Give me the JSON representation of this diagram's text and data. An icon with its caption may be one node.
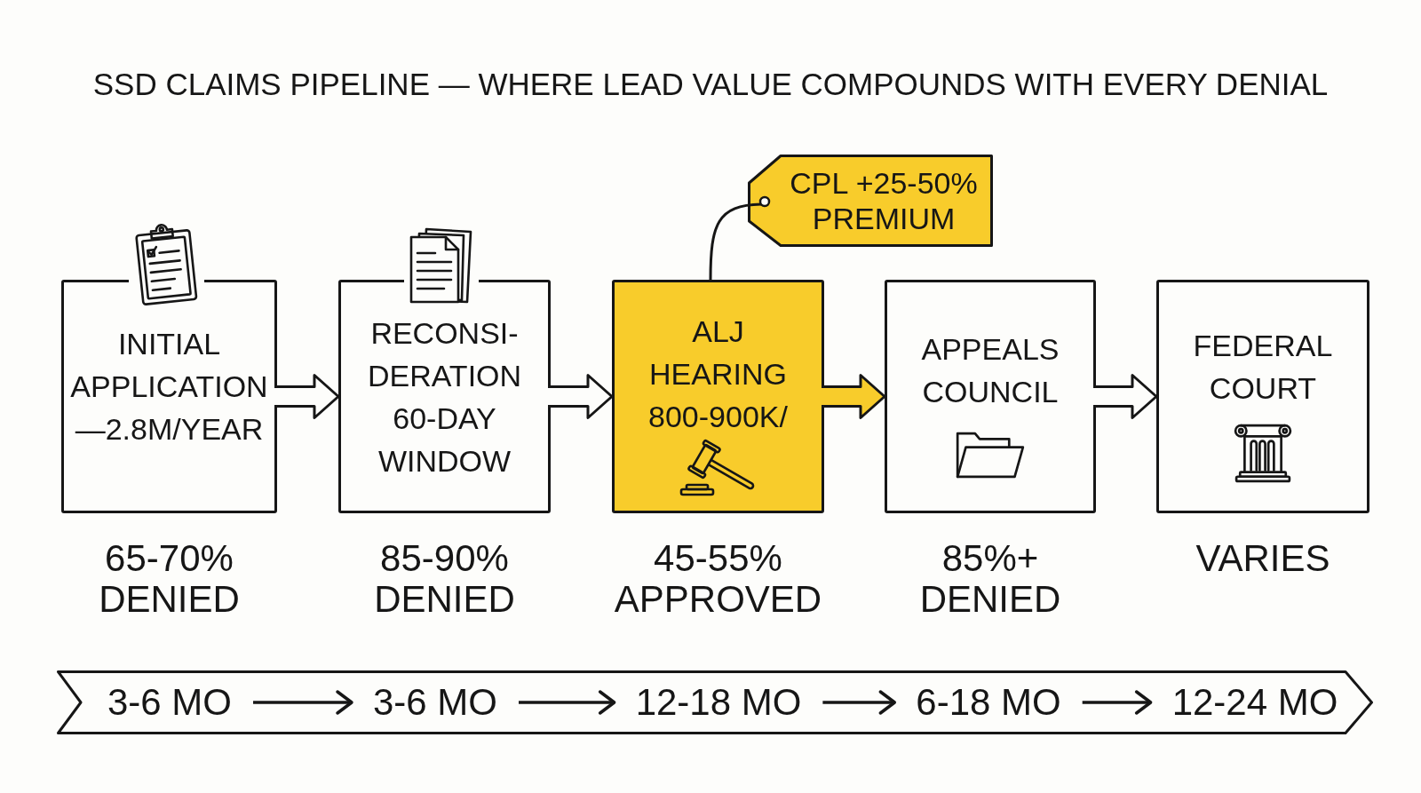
{
  "diagram": {
    "title": "SSD CLAIMS PIPELINE — WHERE LEAD VALUE COMPOUNDS WITH EVERY DENIAL",
    "nodes": [
      {
        "text": [
          "INITIAL APPLICATION —2.8M/YEAR"
        ],
        "beside": [
          "65-70% DENIED"
        ]
      },
      {
        "text": [
          "RECONSI- DERATION 60-DAY WINDOW"
        ],
        "beside": [
          "85-90% DENIED"
        ]
      },
      {
        "text": [
          "ALJ HEARING 800-900K/"
        ],
        "beside": [
          "45-55% APPROVED"
        ]
      },
      {
        "text": [
          "APPEALS COUNCIL"
        ],
        "beside": [
          "85%+ DENIED"
        ]
      },
      {
        "text": [
          "FEDERAL COURT"
        ],
        "beside": [
          "VARIES"
        ]
      },
      {
        "text": [
          "CPL +25-50% PREMIUM"
        ]
      },
      {
        "text": [],
        "shape": "band"
      },
      {
        "text": [
          "3-6 MO"
        ],
        "in": 6
      },
      {
        "text": [
          "3-6 MO"
        ],
        "in": 6
      },
      {
        "text": [
          "12-18 MO"
        ],
        "in": 6
      },
      {
        "text": [
          "6-18 MO"
        ],
        "in": 6
      },
      {
        "text": [
          "12-24 MO"
        ],
        "in": 6
      }
    ],
    "edges": [
      {
        "from": 0,
        "to": 1,
        "arrow": "to",
        "style": "thick"
      },
      {
        "from": 1,
        "to": 2,
        "arrow": "to",
        "style": "thick"
      },
      {
        "from": 2,
        "to": 3,
        "arrow": "to",
        "style": "thick",
        "color": "#f8cc2b"
      },
      {
        "from": 3,
        "to": 4,
        "arrow": "to",
        "style": "thick"
      },
      {
        "from": 5,
        "to": 2,
        "arrow": "none"
      },
      {
        "from": 7,
        "to": 8,
        "arrow": "to"
      },
      {
        "from": 8,
        "to": 9,
        "arrow": "to"
      },
      {
        "from": 9,
        "to": 10,
        "arrow": "to"
      },
      {
        "from": 10,
        "to": 11,
        "arrow": "to"
      }
    ]
  }
}
